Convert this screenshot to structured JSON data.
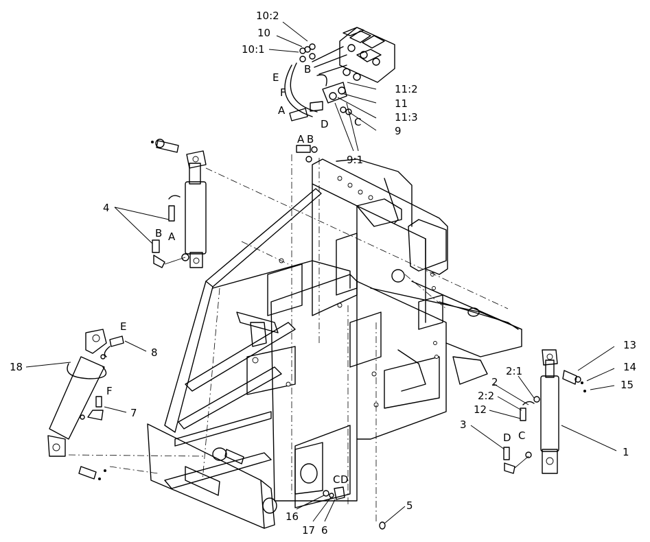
{
  "callouts": {
    "c_10_2": "10:2",
    "c_10": "10",
    "c_10_1": "10:1",
    "c_E_top": "E",
    "c_F_top": "F",
    "c_B_top": "B",
    "c_A_top": "A",
    "c_D_top": "D",
    "c_C_top": "C",
    "c_11_2": "11:2",
    "c_11": "11",
    "c_11_3": "11:3",
    "c_9": "9",
    "c_9_1": "9:1",
    "c_A_mid": "A",
    "c_B_mid": "B",
    "c_4": "4",
    "c_B_left": "B",
    "c_A_left": "A",
    "c_E_left": "E",
    "c_8": "8",
    "c_18": "18",
    "c_F_left": "F",
    "c_7": "7",
    "c_13": "13",
    "c_14": "14",
    "c_15": "15",
    "c_1": "1",
    "c_2_1": "2:1",
    "c_2": "2",
    "c_2_2": "2:2",
    "c_12": "12",
    "c_C_right": "C",
    "c_3": "3",
    "c_D_right": "D",
    "c_5": "5",
    "c_C_bot": "C",
    "c_D_bot": "D",
    "c_16": "16",
    "c_17": "17",
    "c_6": "6"
  }
}
